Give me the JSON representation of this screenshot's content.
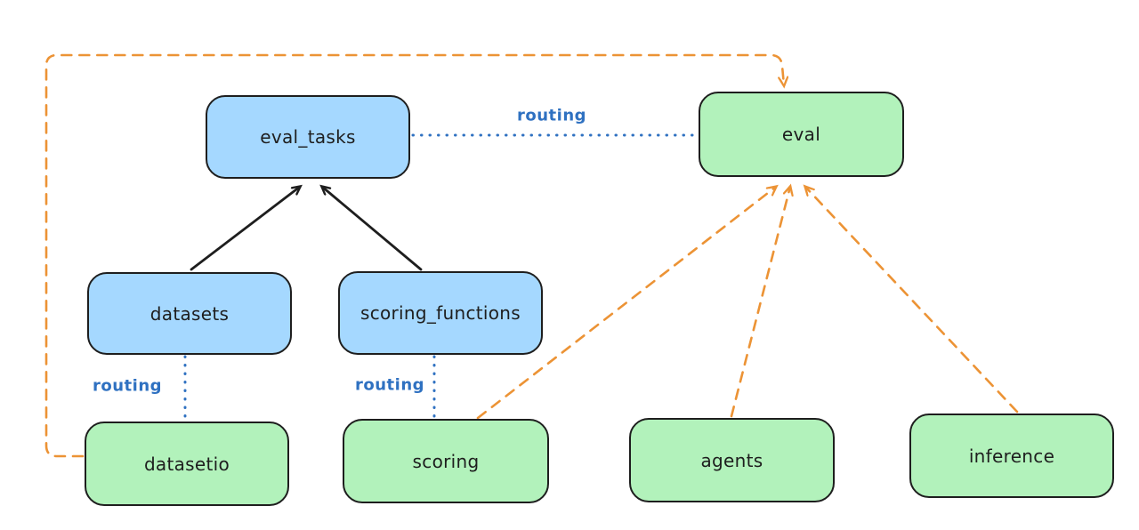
{
  "diagram": {
    "nodes": [
      {
        "id": "eval_tasks",
        "label": "eval_tasks",
        "fill": "#a5d8ff"
      },
      {
        "id": "eval",
        "label": "eval",
        "fill": "#b2f2bb"
      },
      {
        "id": "datasets",
        "label": "datasets",
        "fill": "#a5d8ff"
      },
      {
        "id": "scoring_functions",
        "label": "scoring_functions",
        "fill": "#a5d8ff"
      },
      {
        "id": "datasetio",
        "label": "datasetio",
        "fill": "#b2f2bb"
      },
      {
        "id": "scoring",
        "label": "scoring",
        "fill": "#b2f2bb"
      },
      {
        "id": "agents",
        "label": "agents",
        "fill": "#b2f2bb"
      },
      {
        "id": "inference",
        "label": "inference",
        "fill": "#b2f2bb"
      }
    ],
    "edges": [
      {
        "from": "datasets",
        "to": "eval_tasks",
        "style": "solid",
        "color": "#1e1e1e",
        "arrow": true,
        "label": ""
      },
      {
        "from": "scoring_functions",
        "to": "eval_tasks",
        "style": "solid",
        "color": "#1e1e1e",
        "arrow": true,
        "label": ""
      },
      {
        "from": "eval_tasks",
        "to": "eval",
        "style": "dotted",
        "color": "#2f71c1",
        "arrow": false,
        "label": "routing"
      },
      {
        "from": "datasets",
        "to": "datasetio",
        "style": "dotted",
        "color": "#2f71c1",
        "arrow": false,
        "label": "routing"
      },
      {
        "from": "scoring_functions",
        "to": "scoring",
        "style": "dotted",
        "color": "#2f71c1",
        "arrow": false,
        "label": "routing"
      },
      {
        "from": "datasetio",
        "to": "eval",
        "style": "dashed",
        "color": "#ec9335",
        "arrow": true,
        "label": ""
      },
      {
        "from": "scoring",
        "to": "eval",
        "style": "dashed",
        "color": "#ec9335",
        "arrow": true,
        "label": ""
      },
      {
        "from": "agents",
        "to": "eval",
        "style": "dashed",
        "color": "#ec9335",
        "arrow": true,
        "label": ""
      },
      {
        "from": "inference",
        "to": "eval",
        "style": "dashed",
        "color": "#ec9335",
        "arrow": true,
        "label": ""
      }
    ],
    "colors": {
      "blue_node_fill": "#a5d8ff",
      "green_node_fill": "#b2f2bb",
      "node_stroke": "#1e1e1e",
      "routing_blue": "#2f71c1",
      "provider_orange": "#ec9335",
      "background": "#ffffff"
    }
  }
}
